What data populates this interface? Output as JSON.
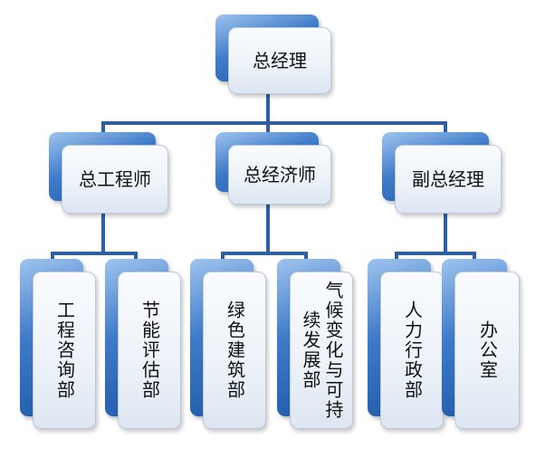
{
  "org_chart": {
    "root": {
      "label": "总经理"
    },
    "level2": [
      {
        "label": "总工程师"
      },
      {
        "label": "总经济师"
      },
      {
        "label": "副总经理"
      }
    ],
    "departments": [
      {
        "label": "工程咨询部"
      },
      {
        "label": "节能评估部"
      },
      {
        "label": "绿色建筑部"
      },
      {
        "label": "气候变化与可持续发展部"
      },
      {
        "label": "人力行政部"
      },
      {
        "label": "办公室"
      }
    ]
  },
  "colors": {
    "box_accent": "#2f6dbd",
    "box_face": "#eef3f9",
    "connector": "#2f5fa0",
    "text": "#111111"
  }
}
